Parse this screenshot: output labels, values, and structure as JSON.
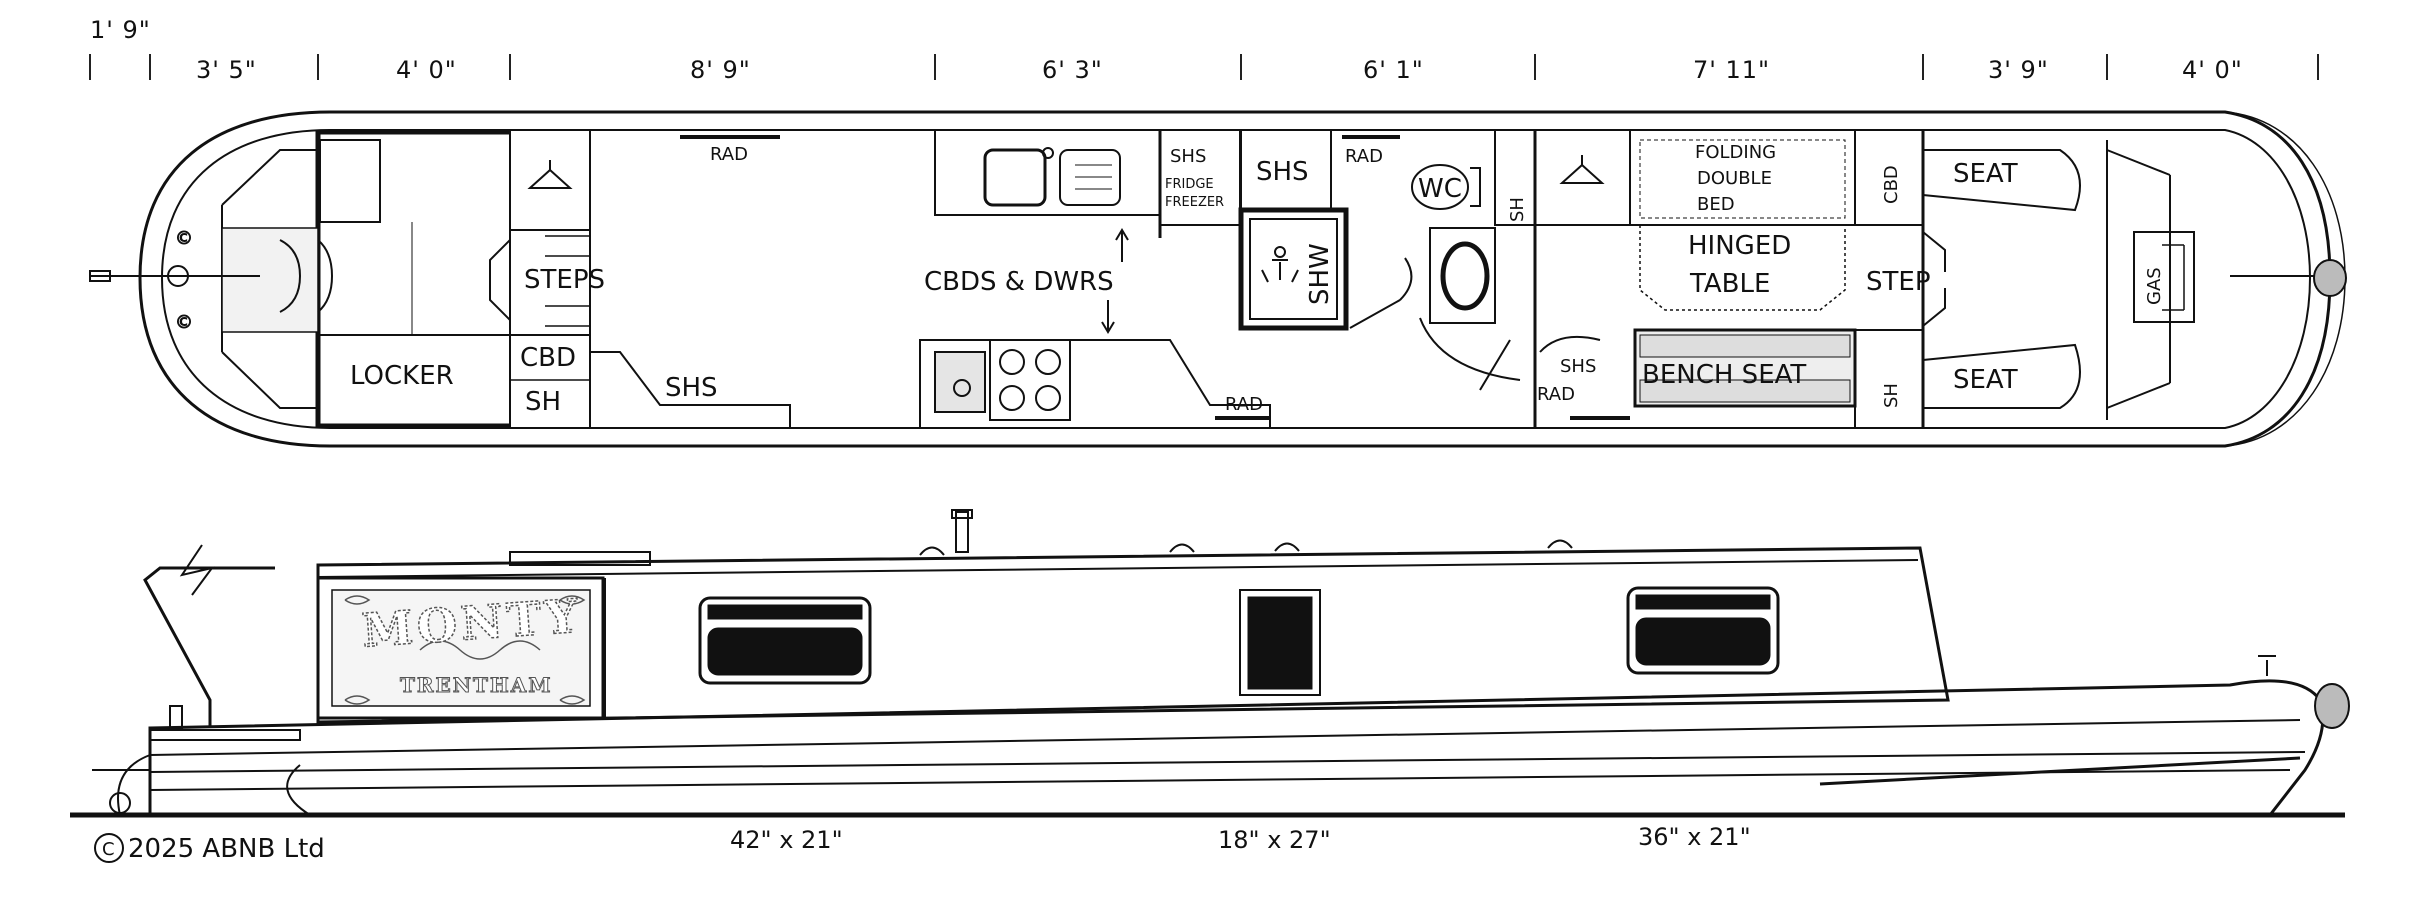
{
  "dimensions": {
    "bow_offset": "1' 9\"",
    "sections": [
      "3' 5\"",
      "4' 0\"",
      "8' 9\"",
      "6' 3\"",
      "6' 1\"",
      "7' 11\"",
      "3' 9\"",
      "4' 0\""
    ]
  },
  "plan_labels": {
    "steps": "STEPS",
    "locker": "LOCKER",
    "cbd": "CBD",
    "sh": "SH",
    "shs": "SHS",
    "rad": "RAD",
    "cbds_dwrs": "CBDS & DWRS",
    "fridge_1": "FRIDGE",
    "fridge_2": "FREEZER",
    "shw": "SHW",
    "wc": "WC",
    "folding_1": "FOLDING",
    "folding_2": "DOUBLE",
    "folding_3": "BED",
    "hinged_1": "HINGED",
    "hinged_2": "TABLE",
    "step": "STEP",
    "bench_seat": "BENCH SEAT",
    "seat": "SEAT",
    "gas": "GAS",
    "copyright_mark": "©"
  },
  "elevation": {
    "boat_name": "MONTY",
    "home_port": "TRENTHAM",
    "windows": [
      "42\" x 21\"",
      "18\" x 27\"",
      "36\" x 21\""
    ]
  },
  "copyright": {
    "symbol": "C",
    "text": "2025 ABNB Ltd"
  }
}
